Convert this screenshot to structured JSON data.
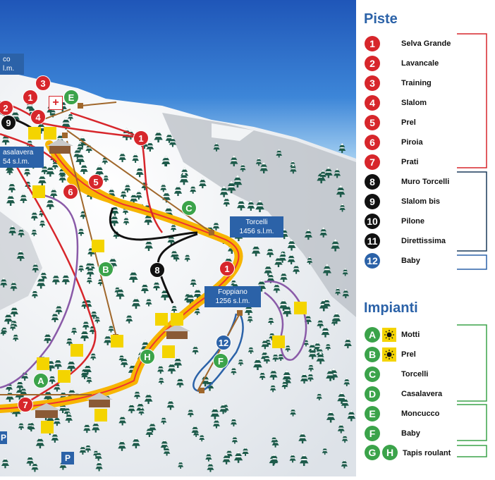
{
  "colors": {
    "red": "#d7262b",
    "black": "#111111",
    "blue": "#2b62a8",
    "green": "#3ba34a",
    "yellow": "#f4d400"
  },
  "legend": {
    "piste_title": "Piste",
    "impianti_title": "Impianti",
    "piste": [
      {
        "num": "1",
        "name": "Selva Grande",
        "color": "#d7262b"
      },
      {
        "num": "2",
        "name": "Lavancale",
        "color": "#d7262b"
      },
      {
        "num": "3",
        "name": "Training",
        "color": "#d7262b"
      },
      {
        "num": "4",
        "name": "Slalom",
        "color": "#d7262b"
      },
      {
        "num": "5",
        "name": "Prel",
        "color": "#d7262b"
      },
      {
        "num": "6",
        "name": "Piroia",
        "color": "#d7262b"
      },
      {
        "num": "7",
        "name": "Prati",
        "color": "#d7262b"
      },
      {
        "num": "8",
        "name": "Muro Torcelli",
        "color": "#111111"
      },
      {
        "num": "9",
        "name": "Slalom bis",
        "color": "#111111"
      },
      {
        "num": "10",
        "name": "Pilone",
        "color": "#111111"
      },
      {
        "num": "11",
        "name": "Direttissima",
        "color": "#111111"
      },
      {
        "num": "12",
        "name": "Baby",
        "color": "#2b62a8"
      }
    ],
    "impianti": [
      {
        "letter": "A",
        "name": "Motti",
        "sun": true
      },
      {
        "letter": "B",
        "name": "Prel",
        "sun": true
      },
      {
        "letter": "C",
        "name": "Torcelli",
        "sun": false
      },
      {
        "letter": "D",
        "name": "Casalavera",
        "sun": false
      },
      {
        "letter": "E",
        "name": "Moncucco",
        "sun": false
      },
      {
        "letter": "F",
        "name": "Baby",
        "sun": false
      }
    ],
    "tapis": {
      "letters": [
        "G",
        "H"
      ],
      "name": "Tapis roulant"
    }
  },
  "map": {
    "labels": {
      "moncucco_partial": "co",
      "moncucco_alt_partial": "l.m.",
      "casalavera_name_partial": "asalavera",
      "casalavera_alt_partial": "54 s.l.m.",
      "torcelli_name": "Torcelli",
      "torcelli_alt": "1456 s.l.m.",
      "foppiano_name": "Foppiano",
      "foppiano_alt": "1256 s.l.m."
    },
    "parking": "P",
    "first_aid": "+",
    "pins": [
      {
        "t": "1",
        "c": "#d7262b"
      },
      {
        "t": "1",
        "c": "#d7262b"
      },
      {
        "t": "1",
        "c": "#d7262b"
      },
      {
        "t": "2",
        "c": "#d7262b"
      },
      {
        "t": "3",
        "c": "#d7262b"
      },
      {
        "t": "4",
        "c": "#d7262b"
      },
      {
        "t": "5",
        "c": "#d7262b"
      },
      {
        "t": "6",
        "c": "#d7262b"
      },
      {
        "t": "7",
        "c": "#d7262b"
      },
      {
        "t": "8",
        "c": "#111111"
      },
      {
        "t": "9",
        "c": "#111111"
      },
      {
        "t": "12",
        "c": "#2b62a8"
      },
      {
        "t": "A",
        "c": "#3ba34a"
      },
      {
        "t": "B",
        "c": "#3ba34a"
      },
      {
        "t": "C",
        "c": "#3ba34a"
      },
      {
        "t": "E",
        "c": "#3ba34a"
      },
      {
        "t": "F",
        "c": "#3ba34a"
      },
      {
        "t": "H",
        "c": "#3ba34a"
      }
    ]
  }
}
